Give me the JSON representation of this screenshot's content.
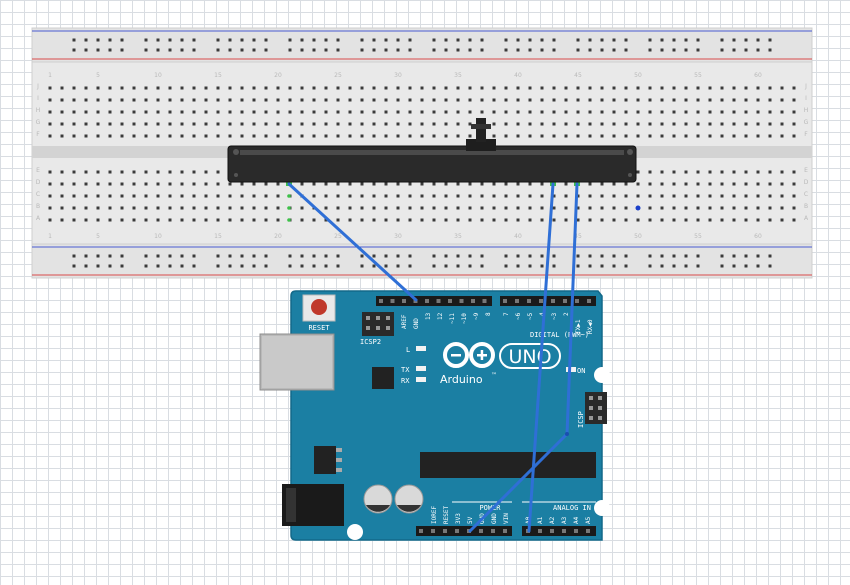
{
  "breadboard": {
    "column_numbers": [
      "1",
      "5",
      "10",
      "15",
      "20",
      "25",
      "30",
      "35",
      "40",
      "45",
      "50",
      "55",
      "60"
    ],
    "row_letters_top": [
      "J",
      "I",
      "H",
      "G",
      "F"
    ],
    "row_letters_bottom": [
      "E",
      "D",
      "C",
      "B",
      "A"
    ]
  },
  "arduino": {
    "logo_text": "Arduino",
    "logo_tm": "™",
    "uno_text": "UNO",
    "reset_label": "RESET",
    "icsp2_label": "ICSP2",
    "icsp_label": "ICSP",
    "led_l": "L",
    "led_tx": "TX",
    "led_rx": "RX",
    "on_label": "ON",
    "digital_label": "DIGITAL (PWM~)",
    "analog_label": "ANALOG IN",
    "power_label": "POWER",
    "top_pins_left": [
      "AREF",
      "GND",
      "13",
      "12",
      "~11",
      "~10",
      "~9",
      "8"
    ],
    "top_pins_right": [
      "7",
      "~6",
      "~5",
      "4",
      "~3",
      "2",
      "TX▶1",
      "RX◀0"
    ],
    "power_pins": [
      "IOREF",
      "RESET",
      "3V3",
      "5V",
      "GND",
      "GND",
      "VIN"
    ],
    "analog_pins": [
      "A0",
      "A1",
      "A2",
      "A3",
      "A4",
      "A5"
    ]
  },
  "colors": {
    "board": "#1b7fa3",
    "board_dark": "#136989",
    "wire": "#2f6fd6",
    "breadboard": "#e6e6e6",
    "rail_red": "#d84b4b",
    "rail_blue": "#4a5bd0"
  }
}
